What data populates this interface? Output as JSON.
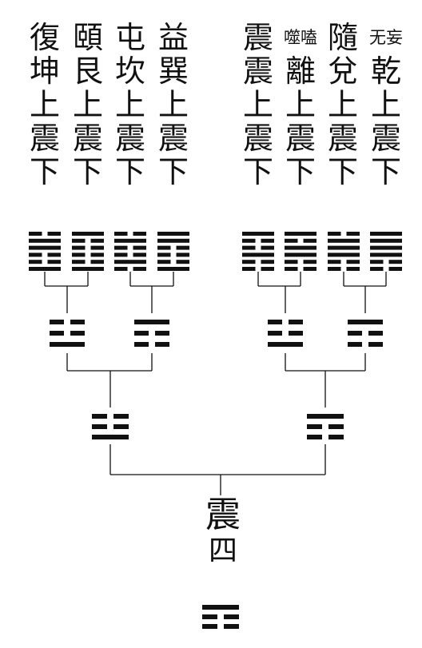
{
  "columns": [
    {
      "id": "fu",
      "chars": [
        "復",
        "坤",
        "上",
        "震",
        "下"
      ]
    },
    {
      "id": "yi",
      "chars": [
        "頤",
        "艮",
        "上",
        "震",
        "下"
      ]
    },
    {
      "id": "zhun",
      "chars": [
        "屯",
        "坎",
        "上",
        "震",
        "下"
      ]
    },
    {
      "id": "yi2",
      "chars": [
        "益",
        "巽",
        "上",
        "震",
        "下"
      ]
    },
    {
      "id": "zhen",
      "chars": [
        "震",
        "震",
        "上",
        "震",
        "下"
      ]
    },
    {
      "id": "shike",
      "chars": [
        "噬嗑",
        "離",
        "上",
        "震",
        "下"
      ]
    },
    {
      "id": "sui",
      "chars": [
        "隨",
        "兌",
        "上",
        "震",
        "下"
      ]
    },
    {
      "id": "wuwang",
      "chars": [
        "无妄",
        "乾",
        "上",
        "震",
        "下"
      ]
    }
  ],
  "center": {
    "title": "震",
    "number": "四"
  },
  "hexagrams_top": [
    [
      false,
      true,
      true,
      false,
      false,
      true
    ],
    [
      true,
      false,
      false,
      false,
      false,
      true
    ],
    [
      false,
      true,
      false,
      false,
      true,
      false
    ],
    [
      true,
      true,
      false,
      false,
      false,
      true
    ],
    [
      true,
      false,
      false,
      true,
      false,
      false
    ],
    [
      true,
      false,
      true,
      true,
      false,
      false
    ],
    [
      false,
      true,
      true,
      true,
      false,
      false
    ],
    [
      true,
      true,
      true,
      true,
      false,
      false
    ]
  ],
  "trigrams_mid": [
    [
      false,
      false,
      true
    ],
    [
      true,
      false,
      false
    ],
    [
      false,
      false,
      true
    ],
    [
      true,
      false,
      false
    ]
  ],
  "trigrams_low": [
    [
      false,
      false,
      true
    ],
    [
      true,
      false,
      false
    ]
  ],
  "trigram_bottom": [
    true,
    false,
    false
  ]
}
